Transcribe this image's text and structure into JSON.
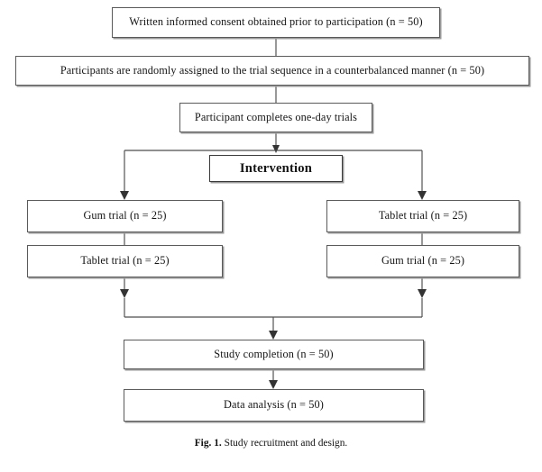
{
  "figure": {
    "caption_label": "Fig. 1.",
    "caption_text": "Study recruitment and design.",
    "title": "Study recruitment and design"
  },
  "nodes": {
    "consent": "Written informed consent obtained prior to participation (n = 50)",
    "assignment": "Participants are randomly assigned to the trial sequence in a counterbalanced manner (n = 50)",
    "one_day_trials": "Participant completes one-day trials",
    "intervention": "Intervention",
    "left_branch": {
      "first": "Gum trial (n = 25)",
      "second": "Tablet trial (n = 25)"
    },
    "right_branch": {
      "first": "Tablet trial (n = 25)",
      "second": "Gum trial (n = 25)"
    },
    "completion": "Study completion (n = 50)",
    "analysis": "Data analysis (n = 50)"
  },
  "style": {
    "box_border": "#5a5a5a",
    "box_shadow": "#9a9a9a",
    "connector": "#4d4d4d",
    "arrowhead": "#333333",
    "background": "#ffffff",
    "text": "#141414"
  }
}
